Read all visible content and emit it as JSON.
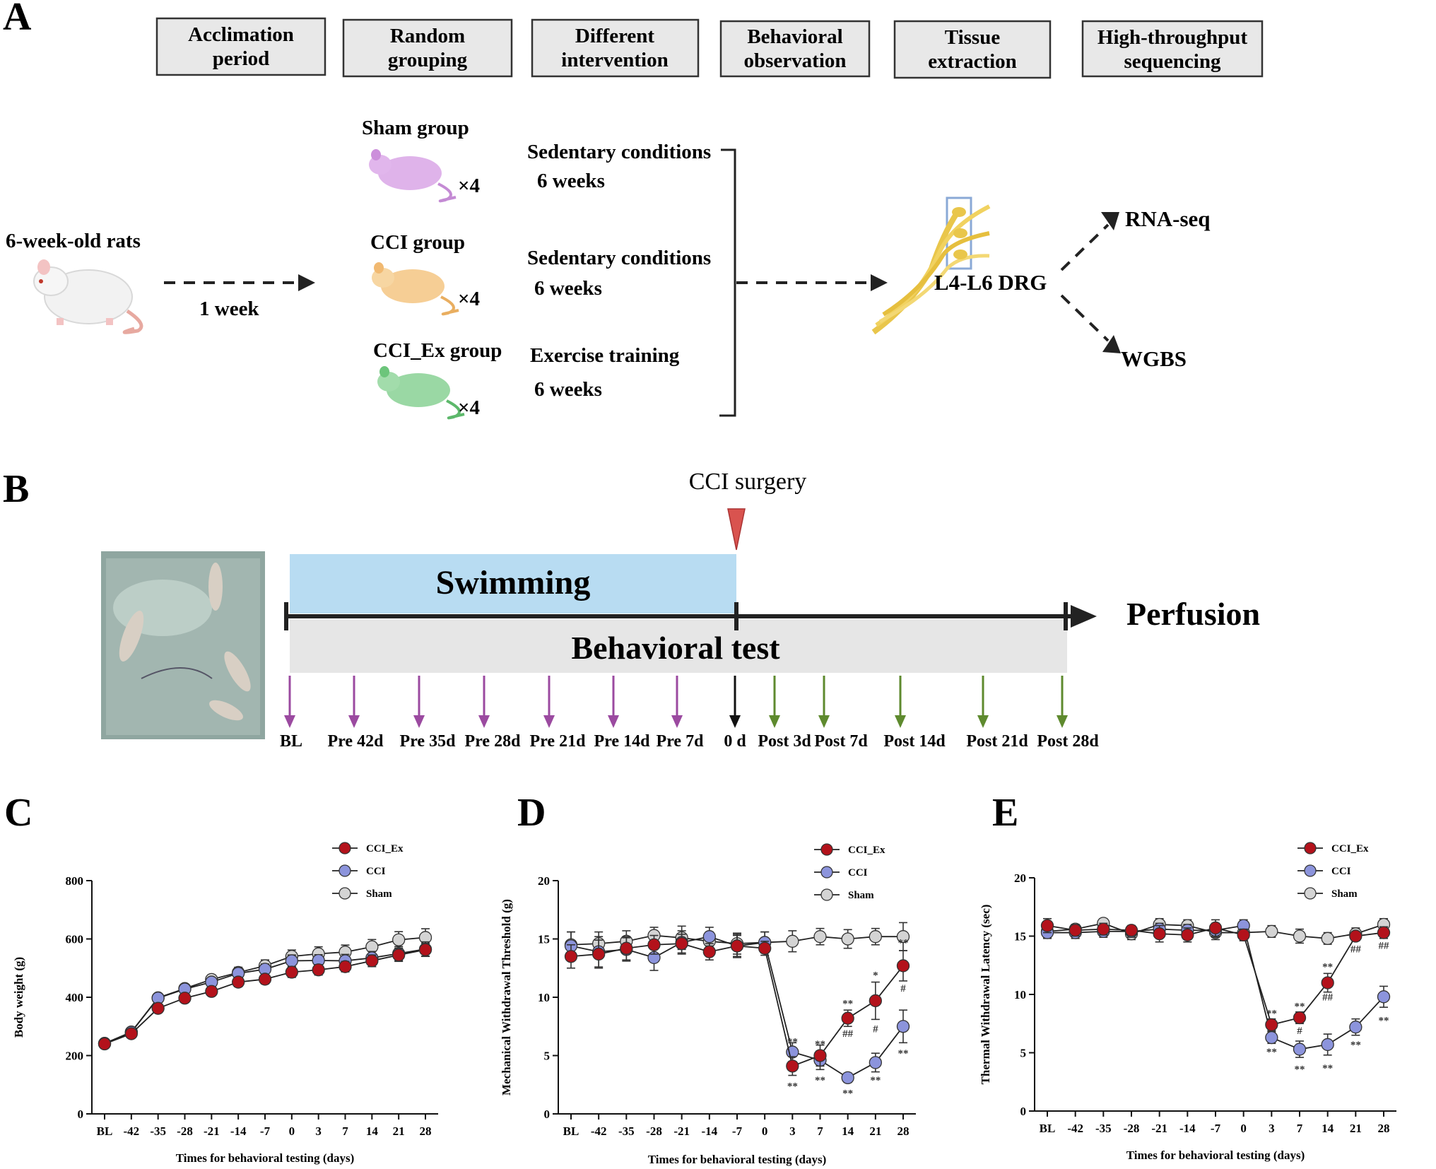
{
  "panel_a": {
    "letter": "A",
    "steps": [
      {
        "line1": "Acclimation",
        "line2": "period"
      },
      {
        "line1": "Random",
        "line2": "grouping"
      },
      {
        "line1": "Different",
        "line2": "intervention"
      },
      {
        "line1": "Behavioral",
        "line2": "observation"
      },
      {
        "line1": "Tissue",
        "line2": "extraction"
      },
      {
        "line1": "High-throughput",
        "line2": "sequencing"
      }
    ],
    "start_label": "6-week-old rats",
    "period_label": "1 week",
    "groups": [
      {
        "name": "Sham group",
        "count": "×4",
        "condition": "Sedentary conditions",
        "duration": "6 weeks",
        "color": "#d9a6e6"
      },
      {
        "name": "CCI group",
        "count": "×4",
        "condition": "Sedentary conditions",
        "duration": "6 weeks",
        "color": "#f5c98a"
      },
      {
        "name": "CCI_Ex group",
        "count": "×4",
        "condition": "Exercise training",
        "duration": "6 weeks",
        "color": "#8fd49a"
      }
    ],
    "tissue_label": "L4-L6 DRG",
    "outputs": [
      "RNA-seq",
      "WGBS"
    ]
  },
  "panel_b": {
    "letter": "B",
    "surgery_label": "CCI surgery",
    "swimming_label": "Swimming",
    "behavior_label": "Behavioral test",
    "end_label": "Perfusion",
    "timepoints": [
      {
        "label": "BL",
        "phase": "pre"
      },
      {
        "label": "Pre 42d",
        "phase": "pre"
      },
      {
        "label": "Pre 35d",
        "phase": "pre"
      },
      {
        "label": "Pre 28d",
        "phase": "pre"
      },
      {
        "label": "Pre 21d",
        "phase": "pre"
      },
      {
        "label": "Pre 14d",
        "phase": "pre"
      },
      {
        "label": "Pre 7d",
        "phase": "pre"
      },
      {
        "label": "0 d",
        "phase": "zero"
      },
      {
        "label": "Post 3d",
        "phase": "post"
      },
      {
        "label": "Post 7d",
        "phase": "post"
      },
      {
        "label": "Post 14d",
        "phase": "post"
      },
      {
        "label": "Post 21d",
        "phase": "post"
      },
      {
        "label": "Post 28d",
        "phase": "post"
      }
    ],
    "colors": {
      "pre": "#9b4aa0",
      "zero": "#111111",
      "post": "#5e8a2e",
      "swim": "#b8dcf2",
      "behav": "#e6e6e6",
      "surgery": "#d9534f"
    }
  },
  "chart_data": [
    {
      "panel": "C",
      "type": "line",
      "title": "",
      "xlabel": "Times for behavioral testing (days)",
      "ylabel": "Body weight (g)",
      "categories": [
        "BL",
        "-42",
        "-35",
        "-28",
        "-21",
        "-14",
        "-7",
        "0",
        "3",
        "7",
        "14",
        "21",
        "28"
      ],
      "ylim": [
        0,
        800
      ],
      "yticks": [
        0,
        200,
        400,
        600,
        800
      ],
      "legend_position": "top-right",
      "series": [
        {
          "name": "CCI_Ex",
          "color": "#b3121b",
          "values": [
            240,
            275,
            362,
            397,
            420,
            452,
            462,
            486,
            494,
            505,
            525,
            545,
            563
          ],
          "errors": [
            8,
            8,
            10,
            12,
            14,
            16,
            16,
            18,
            18,
            18,
            20,
            22,
            22
          ]
        },
        {
          "name": "CCI",
          "color": "#8c94dc",
          "values": [
            242,
            280,
            397,
            428,
            452,
            482,
            496,
            525,
            526,
            525,
            535,
            550,
            565
          ],
          "errors": [
            8,
            8,
            12,
            12,
            15,
            18,
            18,
            20,
            20,
            22,
            22,
            24,
            25
          ]
        },
        {
          "name": "Sham",
          "color": "#d4d4d4",
          "values": [
            241,
            281,
            398,
            430,
            461,
            485,
            508,
            540,
            549,
            555,
            573,
            597,
            605
          ],
          "errors": [
            8,
            9,
            12,
            14,
            16,
            18,
            20,
            22,
            24,
            24,
            25,
            28,
            30
          ]
        }
      ],
      "annotations": []
    },
    {
      "panel": "D",
      "type": "line",
      "title": "",
      "xlabel": "Times for behavioral testing (days)",
      "ylabel": "Mechanical Withdrawal Threshold (g)",
      "categories": [
        "BL",
        "-42",
        "-35",
        "-28",
        "-21",
        "-14",
        "-7",
        "0",
        "3",
        "7",
        "14",
        "21",
        "28"
      ],
      "ylim": [
        0,
        20
      ],
      "yticks": [
        0,
        5,
        10,
        15,
        20
      ],
      "legend_position": "top-right",
      "series": [
        {
          "name": "CCI_Ex",
          "color": "#b3121b",
          "values": [
            13.5,
            13.7,
            14.2,
            14.5,
            14.6,
            13.9,
            14.4,
            14.2,
            4.1,
            5.0,
            8.2,
            9.7,
            12.7
          ],
          "errors": [
            1.0,
            1.2,
            1.0,
            0.8,
            0.8,
            0.7,
            0.9,
            0.6,
            0.8,
            0.9,
            0.7,
            1.6,
            1.3
          ]
        },
        {
          "name": "CCI",
          "color": "#8c94dc",
          "values": [
            14.4,
            13.9,
            14.1,
            13.4,
            14.7,
            15.2,
            14.4,
            14.7,
            5.3,
            4.6,
            3.1,
            4.4,
            7.5
          ],
          "errors": [
            1.2,
            1.3,
            1.0,
            1.1,
            1.0,
            0.8,
            1.0,
            0.9,
            0.8,
            0.8,
            0.4,
            0.8,
            1.4
          ]
        },
        {
          "name": "Sham",
          "color": "#d4d4d4",
          "values": [
            14.5,
            14.6,
            14.8,
            15.3,
            15.1,
            14.8,
            14.6,
            14.7,
            14.8,
            15.2,
            15.0,
            15.2,
            15.2
          ],
          "errors": [
            1.1,
            1.0,
            0.9,
            0.7,
            1.0,
            0.8,
            0.9,
            0.9,
            0.9,
            0.7,
            0.8,
            0.7,
            1.2
          ]
        }
      ],
      "annotations": [
        {
          "x": "3",
          "y": 6.2,
          "text": "**"
        },
        {
          "x": "3",
          "y": 2.4,
          "text": "**"
        },
        {
          "x": "7",
          "y": 6.0,
          "text": "**"
        },
        {
          "x": "7",
          "y": 2.9,
          "text": "**"
        },
        {
          "x": "14",
          "y": 9.5,
          "text": "**"
        },
        {
          "x": "14",
          "y": 6.9,
          "text": "##"
        },
        {
          "x": "14",
          "y": 1.8,
          "text": "**"
        },
        {
          "x": "21",
          "y": 11.9,
          "text": "*"
        },
        {
          "x": "21",
          "y": 7.3,
          "text": "#"
        },
        {
          "x": "21",
          "y": 2.9,
          "text": "**"
        },
        {
          "x": "28",
          "y": 14.7,
          "text": "**"
        },
        {
          "x": "28",
          "y": 10.8,
          "text": "#"
        },
        {
          "x": "28",
          "y": 5.2,
          "text": "**"
        }
      ]
    },
    {
      "panel": "E",
      "type": "line",
      "title": "",
      "xlabel": "Times for behavioral testing (days)",
      "ylabel": "Thermal Withdrawal Latency (sec)",
      "categories": [
        "BL",
        "-42",
        "-35",
        "-28",
        "-21",
        "-14",
        "-7",
        "0",
        "3",
        "7",
        "14",
        "21",
        "28"
      ],
      "ylim": [
        0,
        20
      ],
      "yticks": [
        0,
        5,
        10,
        15,
        20
      ],
      "legend_position": "top-right",
      "series": [
        {
          "name": "CCI_Ex",
          "color": "#b3121b",
          "values": [
            15.9,
            15.5,
            15.6,
            15.5,
            15.2,
            15.1,
            15.7,
            15.1,
            7.4,
            8.0,
            11.0,
            15.0,
            15.3
          ],
          "errors": [
            0.6,
            0.5,
            0.5,
            0.4,
            0.7,
            0.6,
            0.7,
            0.5,
            0.5,
            0.5,
            0.8,
            0.4,
            0.5
          ]
        },
        {
          "name": "CCI",
          "color": "#8c94dc",
          "values": [
            15.3,
            15.3,
            15.4,
            15.4,
            15.6,
            15.5,
            15.5,
            15.9,
            6.3,
            5.3,
            5.7,
            7.2,
            9.8
          ],
          "errors": [
            0.5,
            0.5,
            0.5,
            0.5,
            0.5,
            0.5,
            0.6,
            0.5,
            0.5,
            0.7,
            0.9,
            0.7,
            0.9
          ]
        },
        {
          "name": "Sham",
          "color": "#d4d4d4",
          "values": [
            15.4,
            15.6,
            16.1,
            15.2,
            16.0,
            15.9,
            15.3,
            15.3,
            15.4,
            15.0,
            14.8,
            15.2,
            16.0
          ],
          "errors": [
            0.5,
            0.4,
            0.4,
            0.5,
            0.5,
            0.5,
            0.6,
            0.5,
            0.5,
            0.6,
            0.5,
            0.5,
            0.5
          ]
        }
      ],
      "annotations": [
        {
          "x": "3",
          "y": 8.4,
          "text": "**"
        },
        {
          "x": "3",
          "y": 5.1,
          "text": "**"
        },
        {
          "x": "7",
          "y": 9.0,
          "text": "**"
        },
        {
          "x": "7",
          "y": 6.9,
          "text": "#"
        },
        {
          "x": "7",
          "y": 3.6,
          "text": "**"
        },
        {
          "x": "14",
          "y": 12.4,
          "text": "**"
        },
        {
          "x": "14",
          "y": 9.8,
          "text": "##"
        },
        {
          "x": "14",
          "y": 3.7,
          "text": "**"
        },
        {
          "x": "21",
          "y": 13.9,
          "text": "##"
        },
        {
          "x": "21",
          "y": 5.7,
          "text": "**"
        },
        {
          "x": "28",
          "y": 14.2,
          "text": "##"
        },
        {
          "x": "28",
          "y": 7.8,
          "text": "**"
        }
      ]
    }
  ]
}
